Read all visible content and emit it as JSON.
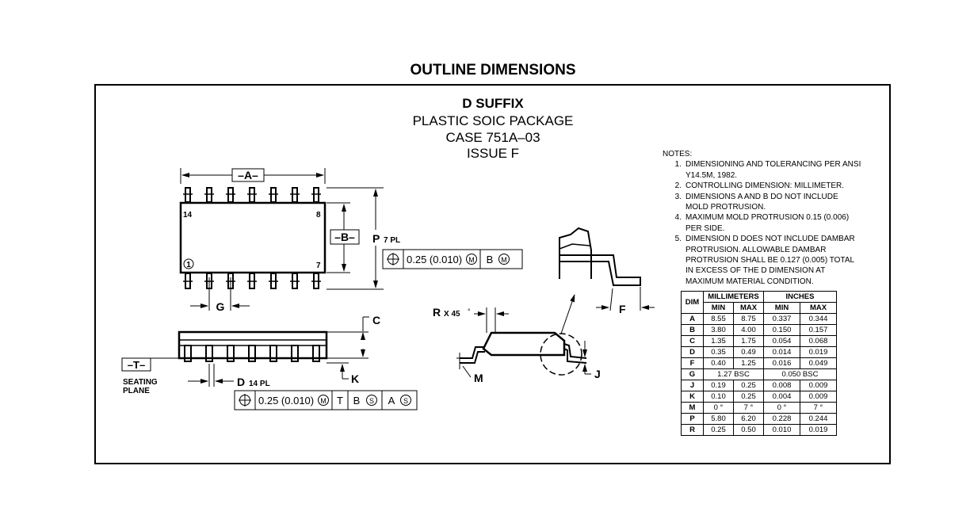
{
  "title": "OUTLINE DIMENSIONS",
  "header": {
    "suffix": "D SUFFIX",
    "package": "PLASTIC SOIC PACKAGE",
    "case": "CASE 751A–03",
    "issue": "ISSUE F"
  },
  "drawing_labels": {
    "datum_a": "–A–",
    "datum_b": "–B–",
    "datum_t": "–T–",
    "pin14": "14",
    "pin8": "8",
    "pin1": "1",
    "pin7": "7",
    "p_letter": "P",
    "p_note": "7 PL",
    "g": "G",
    "c": "C",
    "k": "K",
    "d_letter": "D",
    "d_note": "14 PL",
    "seating_1": "SEATING",
    "seating_2": "PLANE",
    "r_letter": "R",
    "r_note": "X 45",
    "r_deg": "°",
    "m": "M",
    "j": "J",
    "f": "F"
  },
  "tolerance_frames": {
    "p_frame": {
      "value": "0.25 (0.010)",
      "mod": "M",
      "datum1": "B",
      "datum1_mod": "M"
    },
    "d_frame": {
      "value": "0.25 (0.010)",
      "mod": "M",
      "datum1": "T",
      "datum2": "B",
      "datum2_mod": "S",
      "datum3": "A",
      "datum3_mod": "S"
    }
  },
  "notes": {
    "heading": "NOTES:",
    "items": [
      {
        "num": "1.",
        "lines": [
          "DIMENSIONING AND TOLERANCING PER ANSI",
          "Y14.5M, 1982."
        ]
      },
      {
        "num": "2.",
        "lines": [
          "CONTROLLING DIMENSION: MILLIMETER."
        ]
      },
      {
        "num": "3.",
        "lines": [
          "DIMENSIONS A AND B DO NOT INCLUDE",
          "MOLD PROTRUSION."
        ]
      },
      {
        "num": "4.",
        "lines": [
          "MAXIMUM MOLD PROTRUSION 0.15 (0.006)",
          "PER SIDE."
        ]
      },
      {
        "num": "5.",
        "lines": [
          "DIMENSION D DOES NOT INCLUDE DAMBAR",
          "PROTRUSION. ALLOWABLE DAMBAR",
          "PROTRUSION SHALL BE 0.127 (0.005) TOTAL",
          "IN EXCESS OF THE D DIMENSION AT",
          "MAXIMUM MATERIAL CONDITION."
        ]
      }
    ]
  },
  "table": {
    "h_dim": "DIM",
    "h_mm": "MILLIMETERS",
    "h_in": "INCHES",
    "h_min": "MIN",
    "h_max": "MAX",
    "rows": [
      {
        "dim": "A",
        "mm_min": "8.55",
        "mm_max": "8.75",
        "in_min": "0.337",
        "in_max": "0.344"
      },
      {
        "dim": "B",
        "mm_min": "3.80",
        "mm_max": "4.00",
        "in_min": "0.150",
        "in_max": "0.157"
      },
      {
        "dim": "C",
        "mm_min": "1.35",
        "mm_max": "1.75",
        "in_min": "0.054",
        "in_max": "0.068"
      },
      {
        "dim": "D",
        "mm_min": "0.35",
        "mm_max": "0.49",
        "in_min": "0.014",
        "in_max": "0.019"
      },
      {
        "dim": "F",
        "mm_min": "0.40",
        "mm_max": "1.25",
        "in_min": "0.016",
        "in_max": "0.049"
      },
      {
        "dim": "G",
        "mm_bsc": "1.27 BSC",
        "in_bsc": "0.050 BSC"
      },
      {
        "dim": "J",
        "mm_min": "0.19",
        "mm_max": "0.25",
        "in_min": "0.008",
        "in_max": "0.009"
      },
      {
        "dim": "K",
        "mm_min": "0.10",
        "mm_max": "0.25",
        "in_min": "0.004",
        "in_max": "0.009"
      },
      {
        "dim": "M",
        "mm_min": "0 °",
        "mm_max": "7 °",
        "in_min": "0 °",
        "in_max": "7 °"
      },
      {
        "dim": "P",
        "mm_min": "5.80",
        "mm_max": "6.20",
        "in_min": "0.228",
        "in_max": "0.244"
      },
      {
        "dim": "R",
        "mm_min": "0.25",
        "mm_max": "0.50",
        "in_min": "0.010",
        "in_max": "0.019"
      }
    ]
  }
}
